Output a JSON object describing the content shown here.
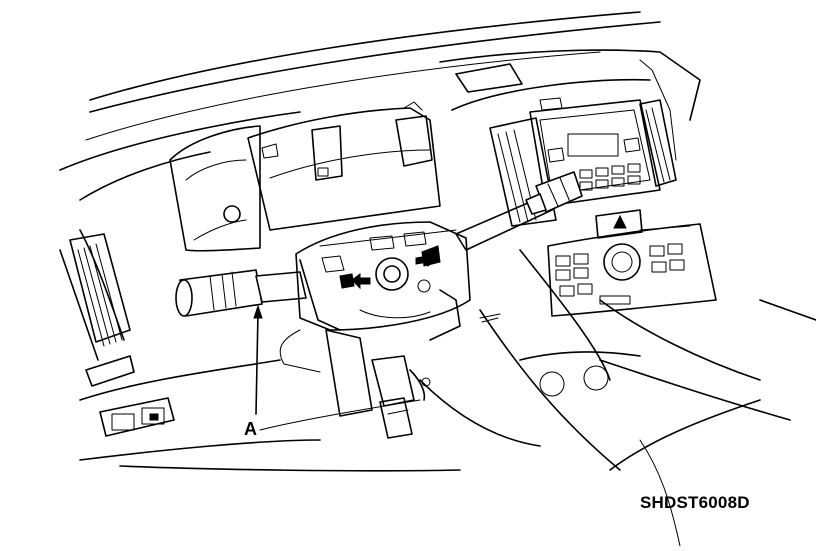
{
  "callout": {
    "label": "A"
  },
  "figure_code": "SHDST6008D",
  "colors": {
    "line": "#000000",
    "background": "#ffffff"
  },
  "icons": [
    "leader-arrow",
    "direction-arrow"
  ]
}
